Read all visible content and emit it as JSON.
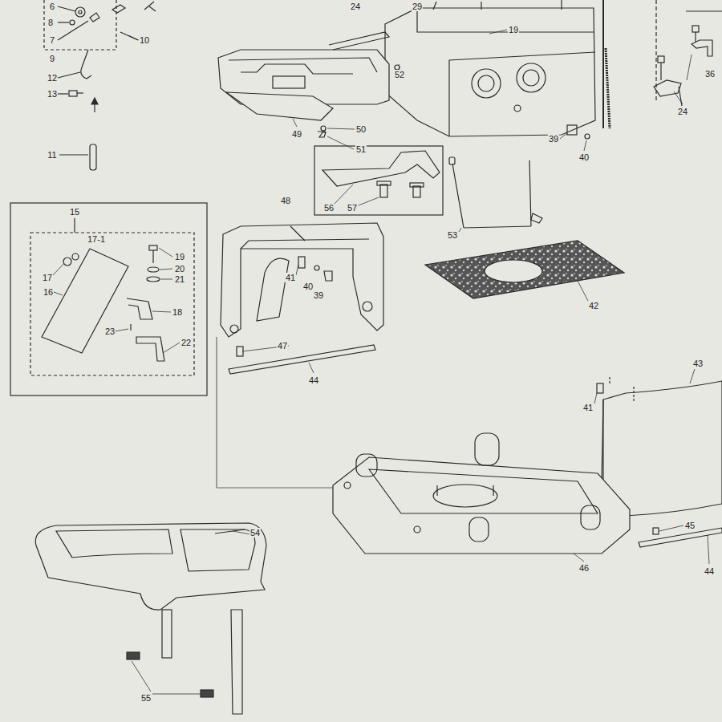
{
  "diagram": {
    "labels": [
      "6",
      "8",
      "7",
      "10",
      "9",
      "12",
      "13",
      "11",
      "24",
      "29",
      "19",
      "52",
      "49",
      "50",
      "51",
      "39",
      "40",
      "56",
      "57",
      "53",
      "36",
      "24",
      "15",
      "17-1",
      "19",
      "20",
      "21",
      "17",
      "16",
      "18",
      "23",
      "22",
      "48",
      "41",
      "40",
      "39",
      "42",
      "47",
      "44",
      "43",
      "41",
      "45",
      "46",
      "44",
      "54",
      "55"
    ]
  }
}
